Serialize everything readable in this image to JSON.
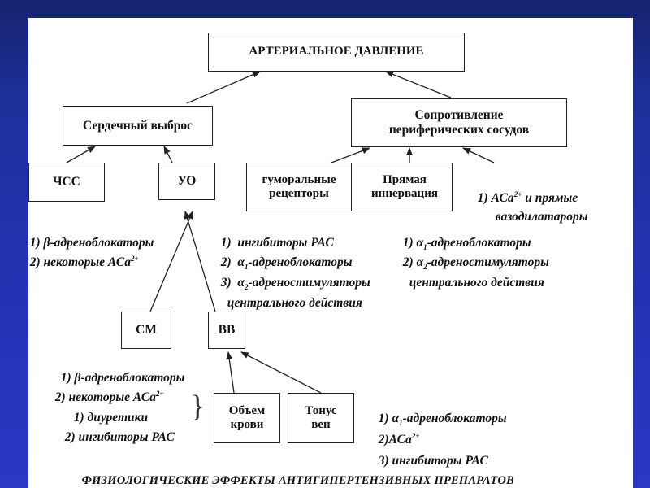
{
  "boxes": {
    "main": "АРТЕРИАЛЬНОЕ ДАВЛЕНИЕ",
    "cardiac_output": "Сердечный выброс",
    "resistance": "Сопротивление\nпериферических сосудов",
    "hr": "ЧСС",
    "sv": "УО",
    "humoral": "гуморальные\nрецепторы",
    "innervation": "Прямая\nиннервация",
    "cm": "СМ",
    "vr": "ВВ",
    "blood_volume": "Объем\nкрови",
    "venous_tone": "Тонус\nвен"
  },
  "notes": {
    "hr_1": "1) β-адреноблокаторы",
    "hr_2": "2) некоторые АСа",
    "sv_1": "1)  ингибиторы РАС",
    "sv_2": "2)  α",
    "sv_2_rest": "-адреноблокаторы",
    "sv_3": "3)  α",
    "sv_3_rest": "-адреностимуляторы",
    "sv_4": "центрального действия",
    "hum_1": "1) α",
    "hum_1_rest": "-адреноблокаторы",
    "hum_2": "2) α",
    "hum_2_rest": "-адреностимуляторы",
    "hum_3": "центрального действия",
    "vaso_1": "1) АСа",
    "vaso_1_rest": " и прямые",
    "vaso_2": "вазодилатароры",
    "cm_1": "1) β-адреноблокаторы",
    "cm_2": "2) некоторые АСа",
    "vv_1": "1) диуретики",
    "vv_2": "2) ингибиторы РАС",
    "vt_1": "1) α",
    "vt_1_rest": "-адреноблокаторы",
    "vt_2": "2)АСа",
    "vt_3": "3) ингибиторы РАС"
  },
  "sup": {
    "ca": "2+",
    "one": "1",
    "two": "2"
  },
  "footer": "ФИЗИОЛОГИЧЕСКИЕ ЭФФЕКТЫ АНТИГИПЕРТЕНЗИВНЫХ ПРЕПАРАТОВ"
}
